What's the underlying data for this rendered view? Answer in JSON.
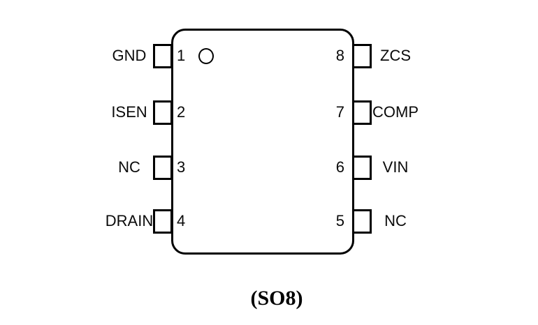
{
  "diagram": {
    "type": "ic-pinout",
    "package_caption": "(SO8)",
    "colors": {
      "line": "#000000",
      "background": "#ffffff",
      "text": "#0a0a0a"
    },
    "pins": {
      "left": [
        {
          "number": "1",
          "label": "GND"
        },
        {
          "number": "2",
          "label": "ISEN"
        },
        {
          "number": "3",
          "label": "NC"
        },
        {
          "number": "4",
          "label": "DRAIN"
        }
      ],
      "right": [
        {
          "number": "8",
          "label": "ZCS"
        },
        {
          "number": "7",
          "label": "COMP"
        },
        {
          "number": "6",
          "label": "VIN"
        },
        {
          "number": "5",
          "label": "NC"
        }
      ]
    }
  }
}
